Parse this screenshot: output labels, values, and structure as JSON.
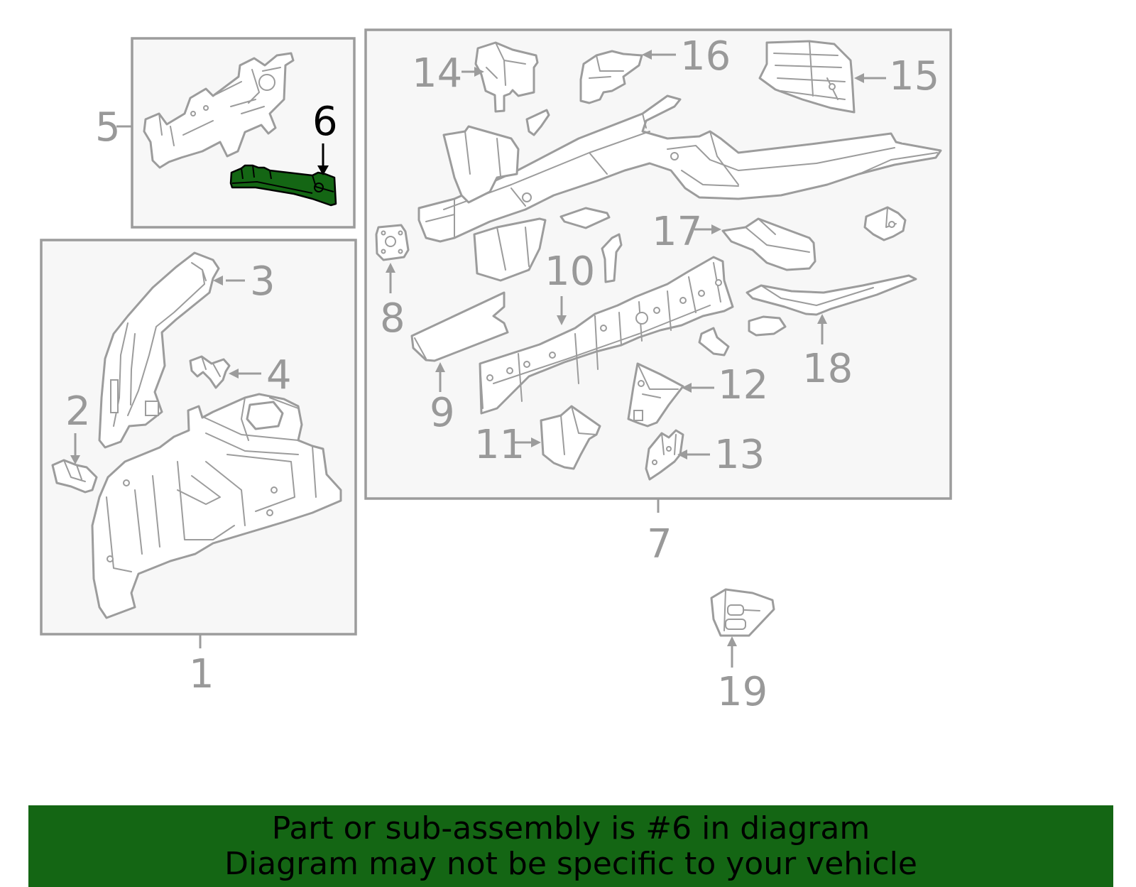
{
  "callouts": {
    "c1": "1",
    "c2": "2",
    "c3": "3",
    "c4": "4",
    "c5": "5",
    "c6": "6",
    "c7": "7",
    "c8": "8",
    "c9": "9",
    "c10": "10",
    "c11": "11",
    "c12": "12",
    "c13": "13",
    "c14": "14",
    "c15": "15",
    "c16": "16",
    "c17": "17",
    "c18": "18",
    "c19": "19"
  },
  "highlighted_part": "6",
  "banner": {
    "line1": "Part or sub-assembly is #6 in diagram",
    "line2": "Diagram may not be specific to your vehicle"
  },
  "colors": {
    "highlight": "#146614",
    "outline": "#9c9c9c",
    "panel_fill": "#f7f7f7",
    "banner_bg": "#146614"
  }
}
